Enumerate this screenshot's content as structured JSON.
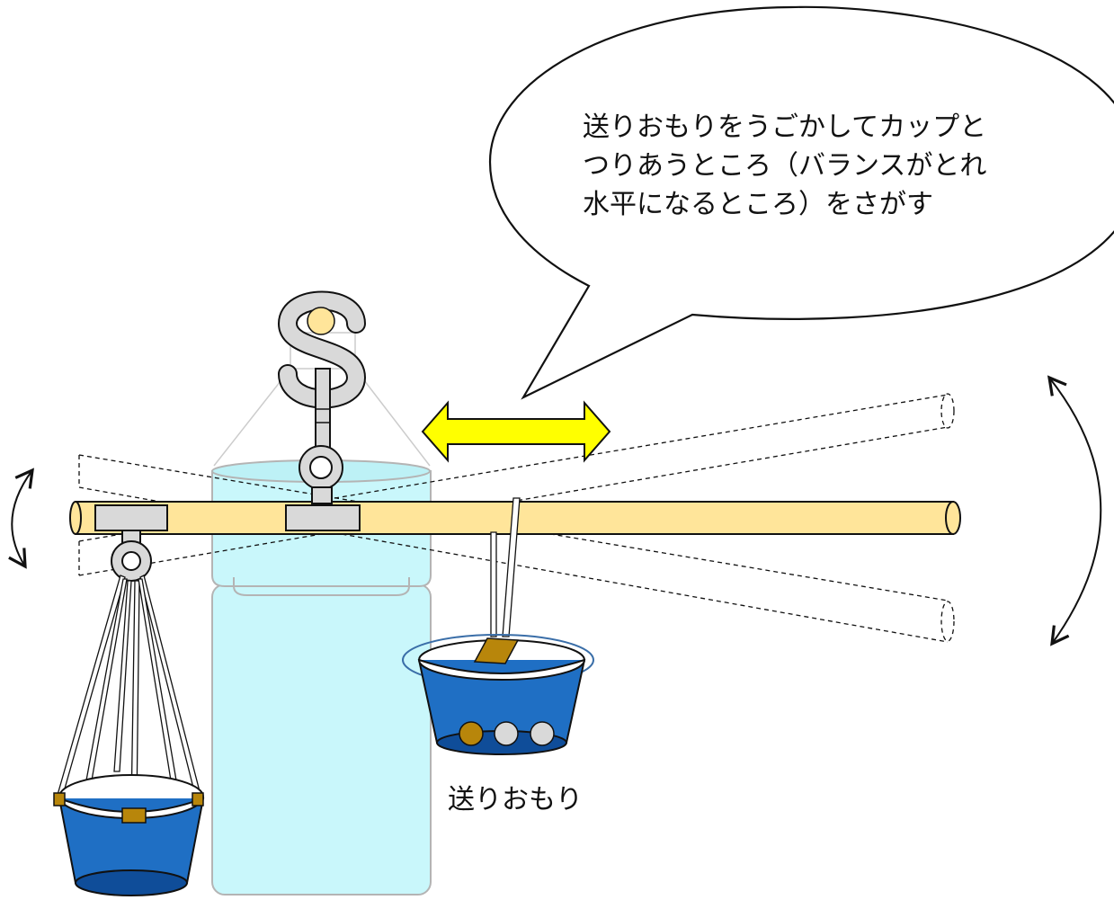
{
  "speech_bubble": {
    "text": "送りおもりをうごかしてカップと\nつりあうところ（バランスがとれ\n水平になるところ）をさがす"
  },
  "labels": {
    "sliding_weight": "送りおもり"
  },
  "colors": {
    "beam": "#ffe59a",
    "hardware": "#d9d9d9",
    "cup": "#1f6fc4",
    "cup_dark": "#0f4d99",
    "bottle": "#c9f7fb",
    "arrow_fill": "#ffff00",
    "tape": "#b8860b",
    "coin_copper": "#b8860b",
    "coin_silver": "#d9d9d9"
  },
  "icons": {
    "balance_arrow": "double-headed-horizontal-arrow",
    "tilt_left": "curved-double-arrow",
    "tilt_right": "curved-double-arrow"
  }
}
